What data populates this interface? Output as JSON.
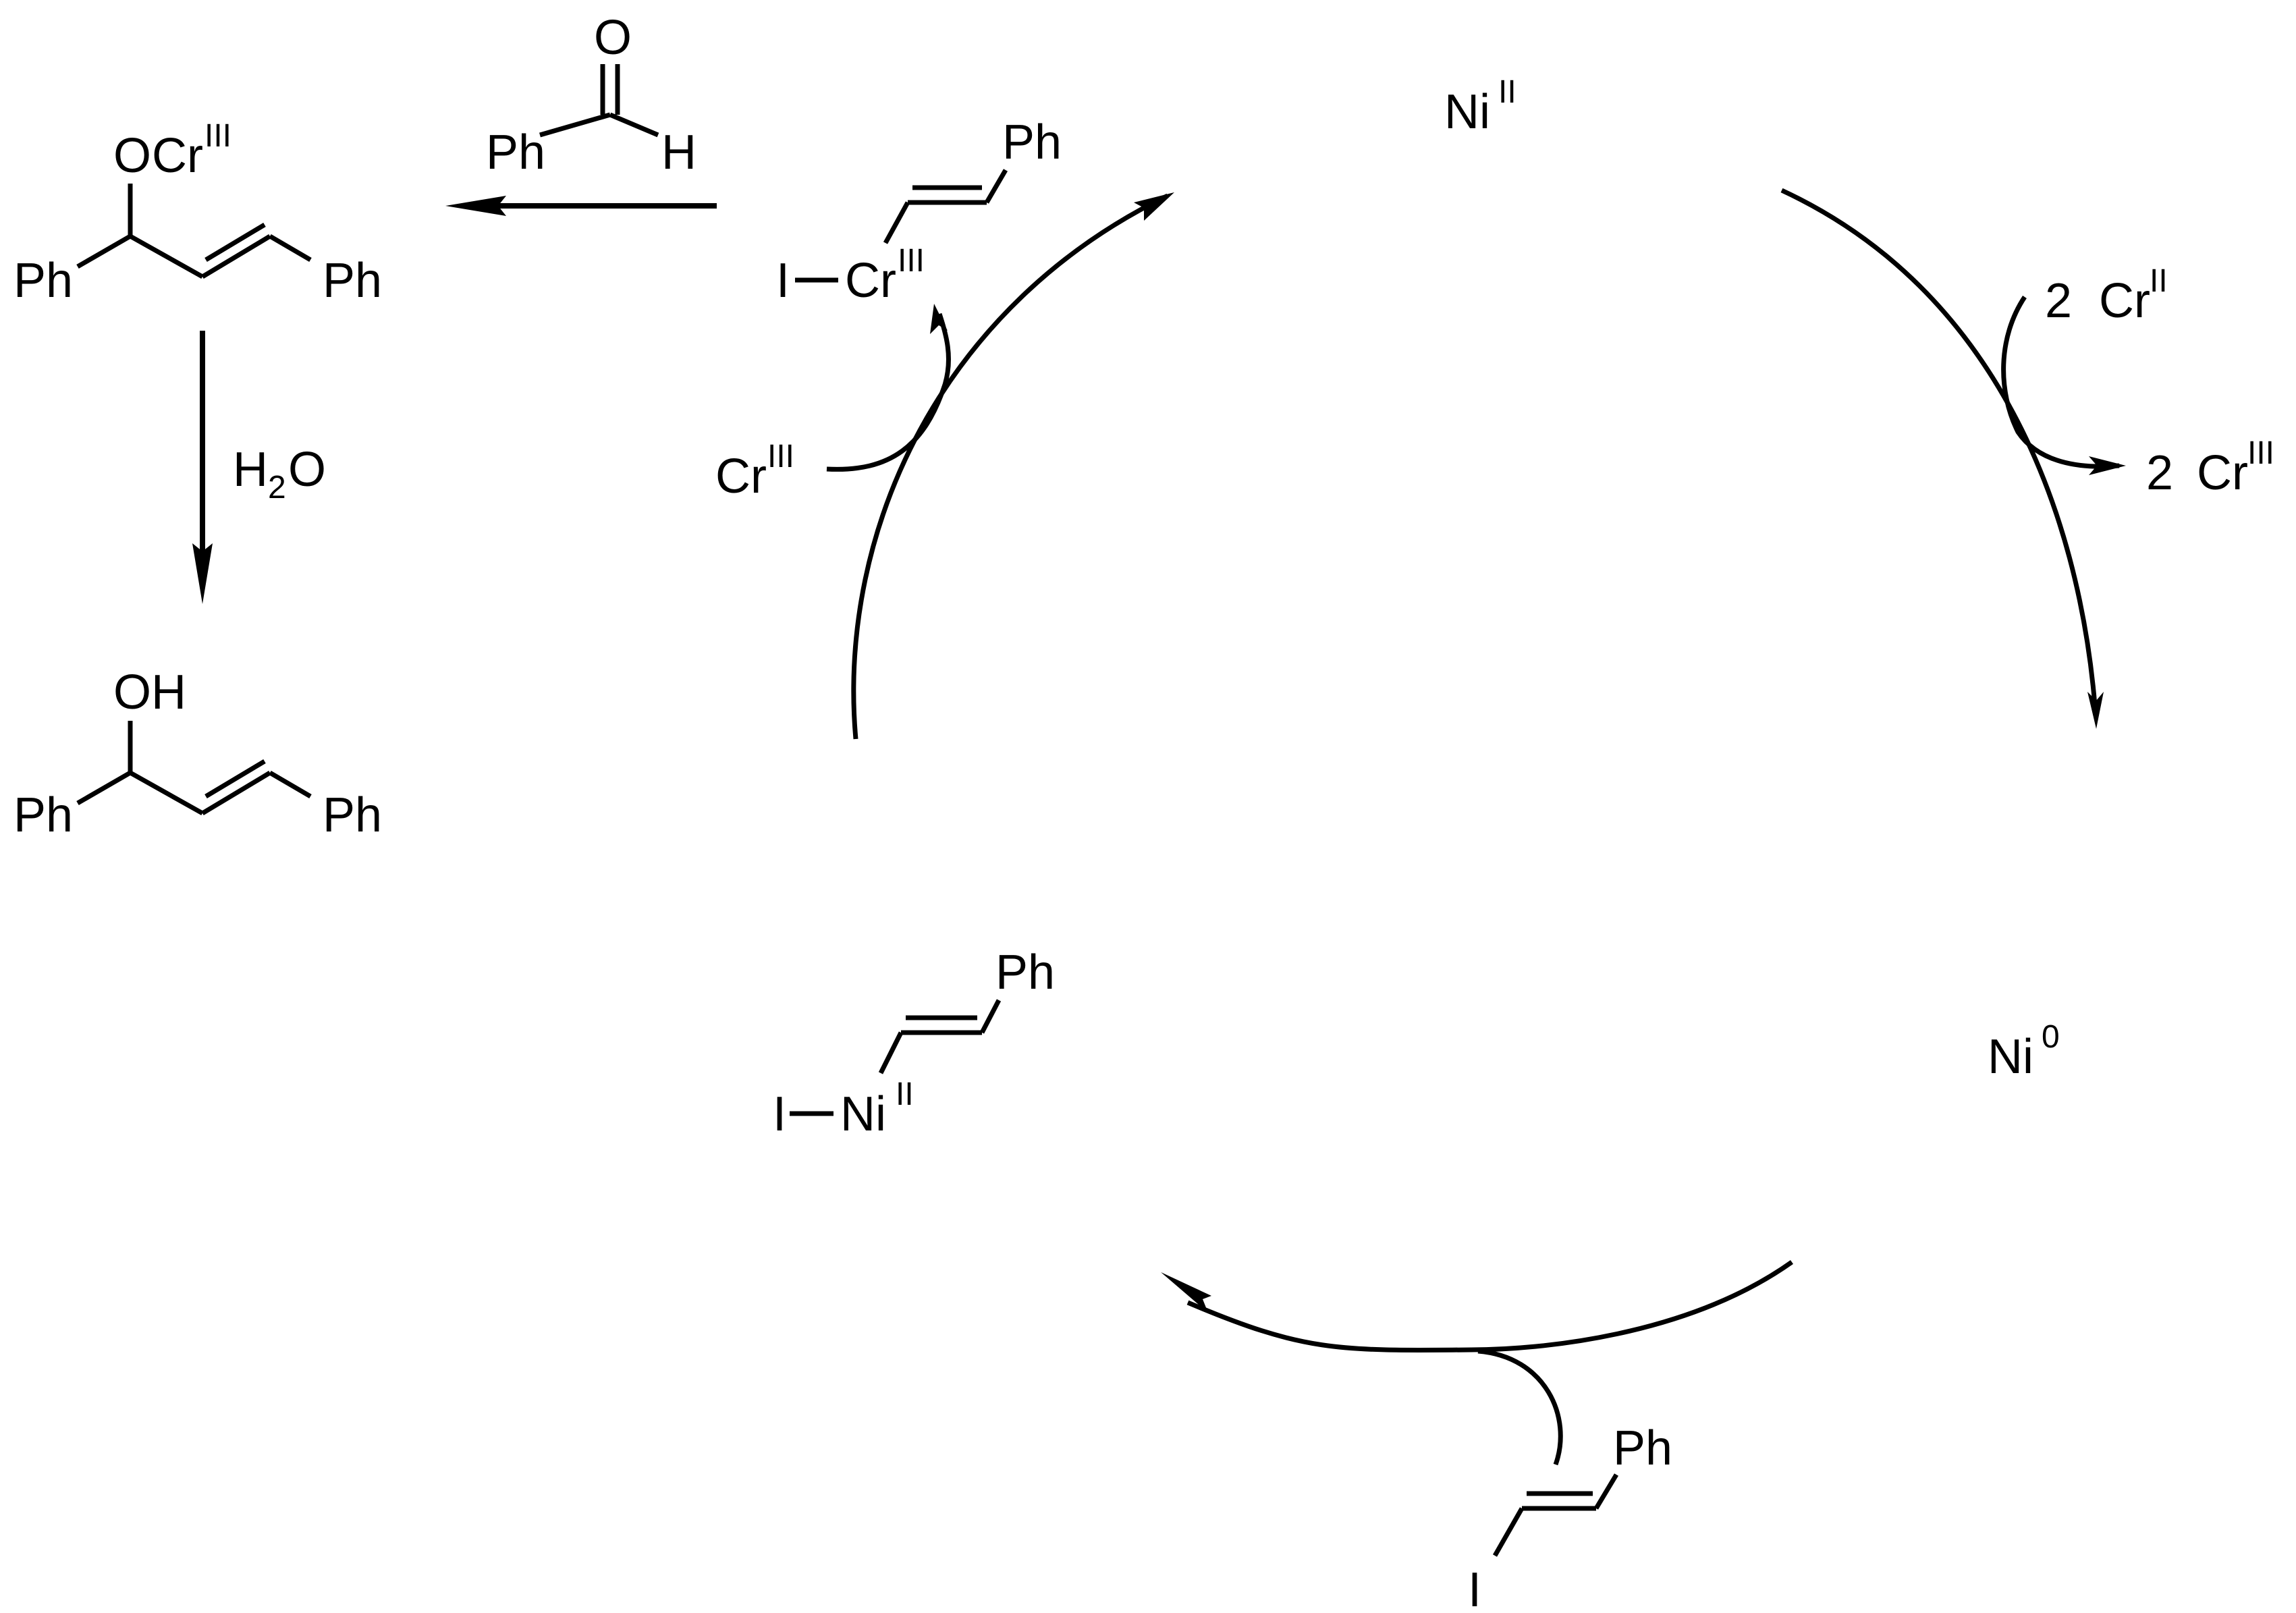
{
  "species": {
    "ni_ii": {
      "element": "Ni",
      "ox": "II"
    },
    "ni_0": {
      "element": "Ni",
      "ox": "0"
    },
    "cr_ii_in": {
      "coef": "2",
      "element": "Cr",
      "ox": "II"
    },
    "cr_iii_out": {
      "coef": "2",
      "element": "Cr",
      "ox": "III"
    },
    "cr_iii_in": {
      "element": "Cr",
      "ox": "III"
    },
    "vinyl_iodide": {
      "halogen": "I",
      "aryl": "Ph"
    },
    "vinyl_nickel": {
      "halogen": "I",
      "metal": "Ni",
      "ox": "II",
      "aryl": "Ph"
    },
    "vinyl_chromium": {
      "halogen": "I",
      "metal": "Cr",
      "ox": "III",
      "aryl": "Ph"
    },
    "benzaldehyde": {
      "aryl": "Ph",
      "oxygen": "O",
      "hydrogen": "H"
    },
    "chromium_alkoxide": {
      "group": "O",
      "metal": "Cr",
      "ox": "III",
      "aryl_left": "Ph",
      "aryl_right": "Ph"
    },
    "water": {
      "h": "H",
      "sub": "2",
      "o": "O"
    },
    "allylic_alcohol": {
      "group": "OH",
      "aryl_left": "Ph",
      "aryl_right": "Ph"
    }
  }
}
